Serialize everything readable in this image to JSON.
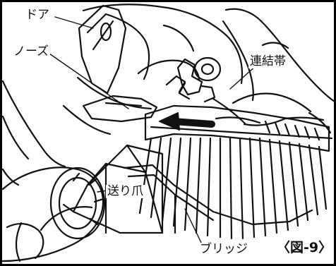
{
  "figure": {
    "labels": {
      "door": "ドア",
      "nose": "ノーズ",
      "strip": "連結帯",
      "feed_claw": "送り爪",
      "bridge": "ブリッジ"
    },
    "figure_number": "〈図-9〉"
  },
  "colors": {
    "ink": "#111111",
    "paper": "#ffffff",
    "frame": "#000000"
  }
}
